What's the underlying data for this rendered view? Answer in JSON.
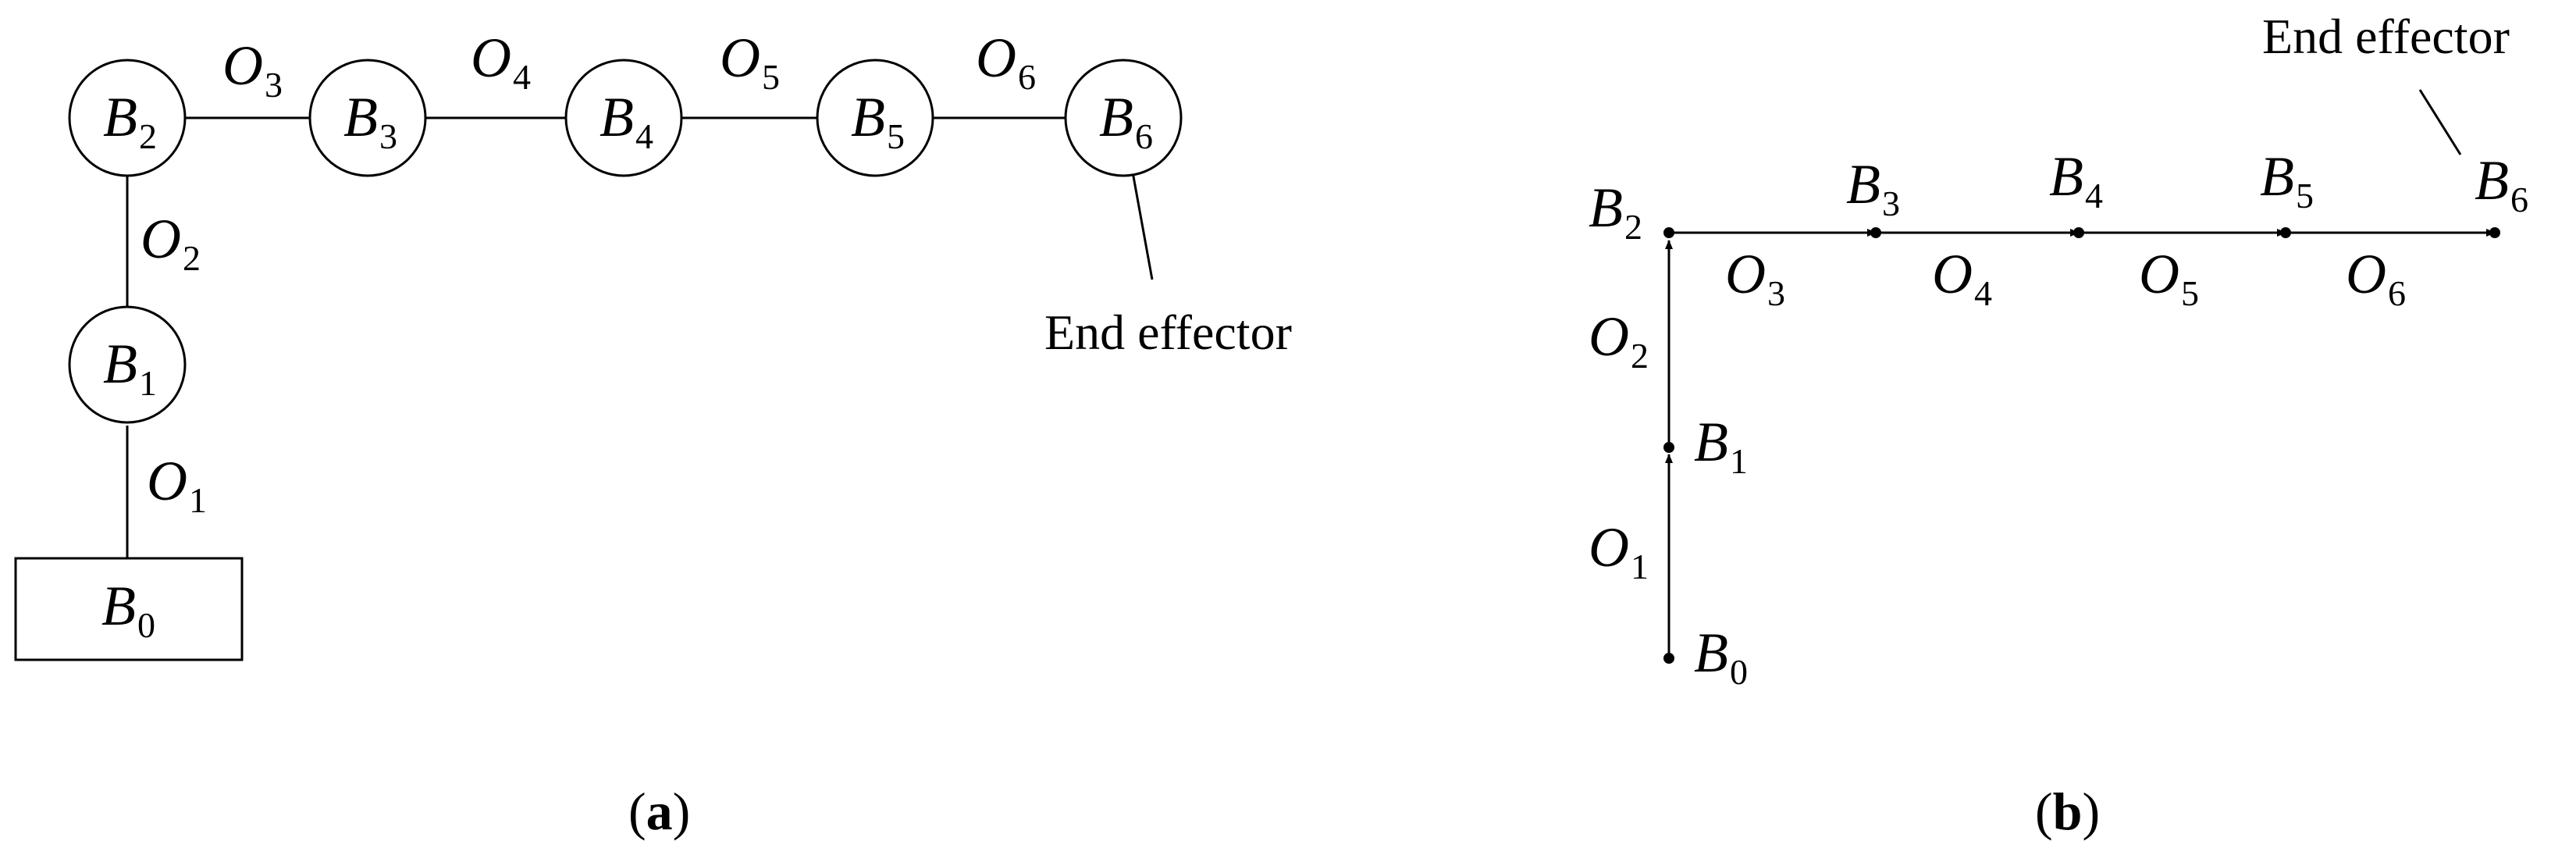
{
  "panel_a": {
    "caption": {
      "open": "(",
      "letter": "a",
      "close": ")"
    },
    "base": {
      "main": "B",
      "sub": "0"
    },
    "bodies": [
      {
        "main": "B",
        "sub": "1"
      },
      {
        "main": "B",
        "sub": "2"
      },
      {
        "main": "B",
        "sub": "3"
      },
      {
        "main": "B",
        "sub": "4"
      },
      {
        "main": "B",
        "sub": "5"
      },
      {
        "main": "B",
        "sub": "6"
      }
    ],
    "joints": [
      {
        "main": "O",
        "sub": "1"
      },
      {
        "main": "O",
        "sub": "2"
      },
      {
        "main": "O",
        "sub": "3"
      },
      {
        "main": "O",
        "sub": "4"
      },
      {
        "main": "O",
        "sub": "5"
      },
      {
        "main": "O",
        "sub": "6"
      }
    ],
    "end_effector": "End effector"
  },
  "panel_b": {
    "caption": {
      "open": "(",
      "letter": "b",
      "close": ")"
    },
    "bodies": [
      {
        "main": "B",
        "sub": "0"
      },
      {
        "main": "B",
        "sub": "1"
      },
      {
        "main": "B",
        "sub": "2"
      },
      {
        "main": "B",
        "sub": "3"
      },
      {
        "main": "B",
        "sub": "4"
      },
      {
        "main": "B",
        "sub": "5"
      },
      {
        "main": "B",
        "sub": "6"
      }
    ],
    "joints": [
      {
        "main": "O",
        "sub": "1"
      },
      {
        "main": "O",
        "sub": "2"
      },
      {
        "main": "O",
        "sub": "3"
      },
      {
        "main": "O",
        "sub": "4"
      },
      {
        "main": "O",
        "sub": "5"
      },
      {
        "main": "O",
        "sub": "6"
      }
    ],
    "end_effector": "End effector"
  }
}
